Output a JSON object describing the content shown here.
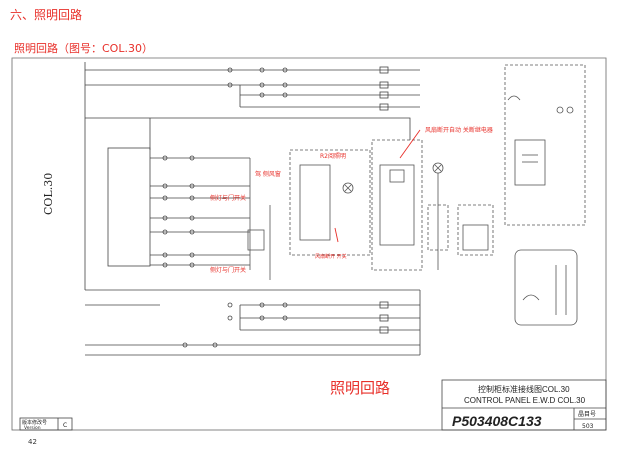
{
  "section_title": "六、照明回路",
  "sub_title": "照明回路（图号：COL.30）",
  "sheet_side_label": "COL.30",
  "center_label": "照明回路",
  "annotations": {
    "side_light_1": "侧灯与门开关",
    "side_light_2": "侧灯与门开关",
    "room_light": "R2阅照明",
    "side_window": "驾 侧风窗",
    "fan_relay": "风扇断开自动 关断继电器",
    "sensor": "风扇断开 开关"
  },
  "title_block": {
    "title_cn": "控制柜标准接线图COL.30",
    "title_en": "CONTROL PANEL E.W.D COL.30",
    "doc_number": "P503408C133",
    "sheet_label": "晶目号",
    "sheet_number": "503",
    "version_label_cn": "版本修改号",
    "version_label_en": "Version",
    "version_value": "C"
  },
  "page_number": "42",
  "colors": {
    "annotation": "#e8302a",
    "line": "#444444",
    "background": "#ffffff"
  }
}
